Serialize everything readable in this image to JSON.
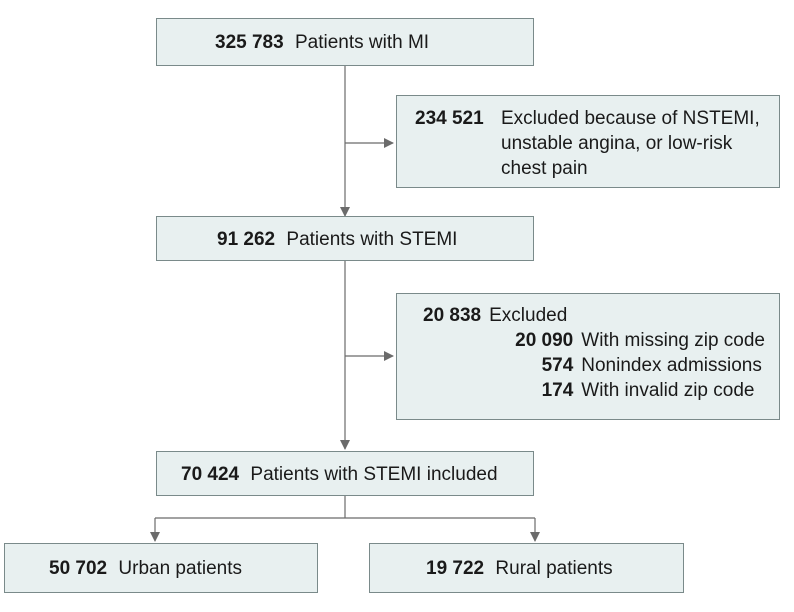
{
  "colors": {
    "box_fill": "#e8f0f0",
    "box_border": "#7a8a8a",
    "line": "#6b6b6b"
  },
  "boxes": {
    "mi": {
      "count": "325 783",
      "label": "Patients with MI"
    },
    "excl1": {
      "count": "234 521",
      "lines": [
        "Excluded because of NSTEMI,",
        "unstable angina, or low-risk",
        "chest pain"
      ]
    },
    "stemi": {
      "count": "91 262",
      "label": "Patients with STEMI"
    },
    "excl2": {
      "count": "20 838",
      "label": "Excluded",
      "items": [
        {
          "count": "20 090",
          "label": "With missing zip code"
        },
        {
          "count": "574",
          "label": "Nonindex admissions"
        },
        {
          "count": "174",
          "label": "With invalid zip code"
        }
      ]
    },
    "included": {
      "count": "70 424",
      "label": "Patients with STEMI included"
    },
    "urban": {
      "count": "50 702",
      "label": "Urban patients"
    },
    "rural": {
      "count": "19 722",
      "label": "Rural patients"
    }
  }
}
